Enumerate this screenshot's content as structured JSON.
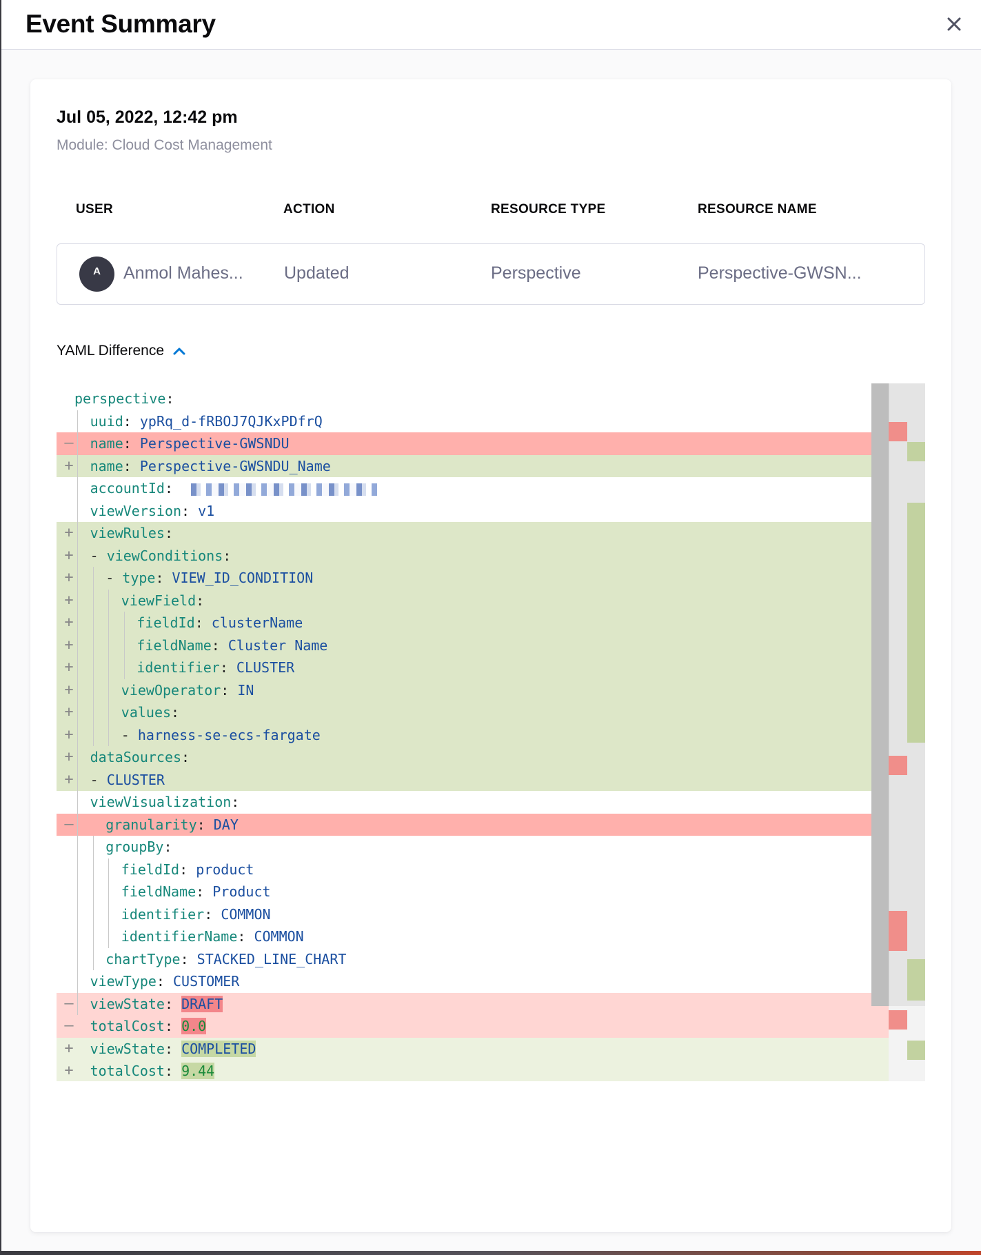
{
  "header": {
    "title": "Event Summary"
  },
  "event": {
    "date": "Jul 05, 2022, 12:42 pm",
    "module": "Module: Cloud Cost Management"
  },
  "table": {
    "columns": [
      "USER",
      "ACTION",
      "RESOURCE TYPE",
      "RESOURCE NAME"
    ],
    "row": {
      "avatar_initial": "A",
      "user": "Anmol Mahes...",
      "action": "Updated",
      "resource_type": "Perspective",
      "resource_name": "Perspective-GWSN..."
    }
  },
  "yaml": {
    "toggle_label": "YAML Difference",
    "lines": [
      {
        "type": "none",
        "indent": 0,
        "key": "perspective",
        "value": ""
      },
      {
        "type": "none",
        "indent": 1,
        "key": "uuid",
        "value": "ypRq_d-fRBOJ7QJKxPDfrQ"
      },
      {
        "type": "del",
        "indent": 1,
        "key": "name",
        "value": "Perspective-GWSNDU"
      },
      {
        "type": "add",
        "indent": 1,
        "key": "name",
        "value": "Perspective-GWSNDU_Name"
      },
      {
        "type": "none",
        "indent": 1,
        "key": "accountId",
        "value": "",
        "redacted": true
      },
      {
        "type": "none",
        "indent": 1,
        "key": "viewVersion",
        "value": "v1"
      },
      {
        "type": "add",
        "indent": 1,
        "key": "viewRules",
        "value": ""
      },
      {
        "type": "add",
        "indent": 1,
        "key": "- viewConditions",
        "value": ""
      },
      {
        "type": "add",
        "indent": 2,
        "key": "- type",
        "value": "VIEW_ID_CONDITION"
      },
      {
        "type": "add",
        "indent": 3,
        "key": "viewField",
        "value": ""
      },
      {
        "type": "add",
        "indent": 4,
        "key": "fieldId",
        "value": "clusterName"
      },
      {
        "type": "add",
        "indent": 4,
        "key": "fieldName",
        "value": "Cluster Name"
      },
      {
        "type": "add",
        "indent": 4,
        "key": "identifier",
        "value": "CLUSTER"
      },
      {
        "type": "add",
        "indent": 3,
        "key": "viewOperator",
        "value": "IN"
      },
      {
        "type": "add",
        "indent": 3,
        "key": "values",
        "value": ""
      },
      {
        "type": "add",
        "indent": 3,
        "key": "",
        "value": "- harness-se-ecs-fargate"
      },
      {
        "type": "add",
        "indent": 1,
        "key": "dataSources",
        "value": ""
      },
      {
        "type": "add",
        "indent": 1,
        "key": "",
        "value": "- CLUSTER"
      },
      {
        "type": "none",
        "indent": 1,
        "key": "viewVisualization",
        "value": ""
      },
      {
        "type": "del",
        "indent": 2,
        "key": "granularity",
        "value": "DAY"
      },
      {
        "type": "none",
        "indent": 2,
        "key": "groupBy",
        "value": ""
      },
      {
        "type": "none",
        "indent": 3,
        "key": "fieldId",
        "value": "product"
      },
      {
        "type": "none",
        "indent": 3,
        "key": "fieldName",
        "value": "Product"
      },
      {
        "type": "none",
        "indent": 3,
        "key": "identifier",
        "value": "COMMON"
      },
      {
        "type": "none",
        "indent": 3,
        "key": "identifierName",
        "value": "COMMON"
      },
      {
        "type": "none",
        "indent": 2,
        "key": "chartType",
        "value": "STACKED_LINE_CHART"
      },
      {
        "type": "none",
        "indent": 1,
        "key": "viewType",
        "value": "CUSTOMER"
      },
      {
        "type": "del-light",
        "indent": 1,
        "key": "viewState",
        "value": "DRAFT",
        "hl": "del"
      },
      {
        "type": "del-light",
        "indent": 1,
        "key": "totalCost",
        "value": "0.0",
        "hl": "del"
      },
      {
        "type": "add-light",
        "indent": 1,
        "key": "viewState",
        "value": "COMPLETED",
        "hl": "add"
      },
      {
        "type": "add-light",
        "indent": 1,
        "key": "totalCost",
        "value": "9.44",
        "hl": "add"
      }
    ]
  }
}
